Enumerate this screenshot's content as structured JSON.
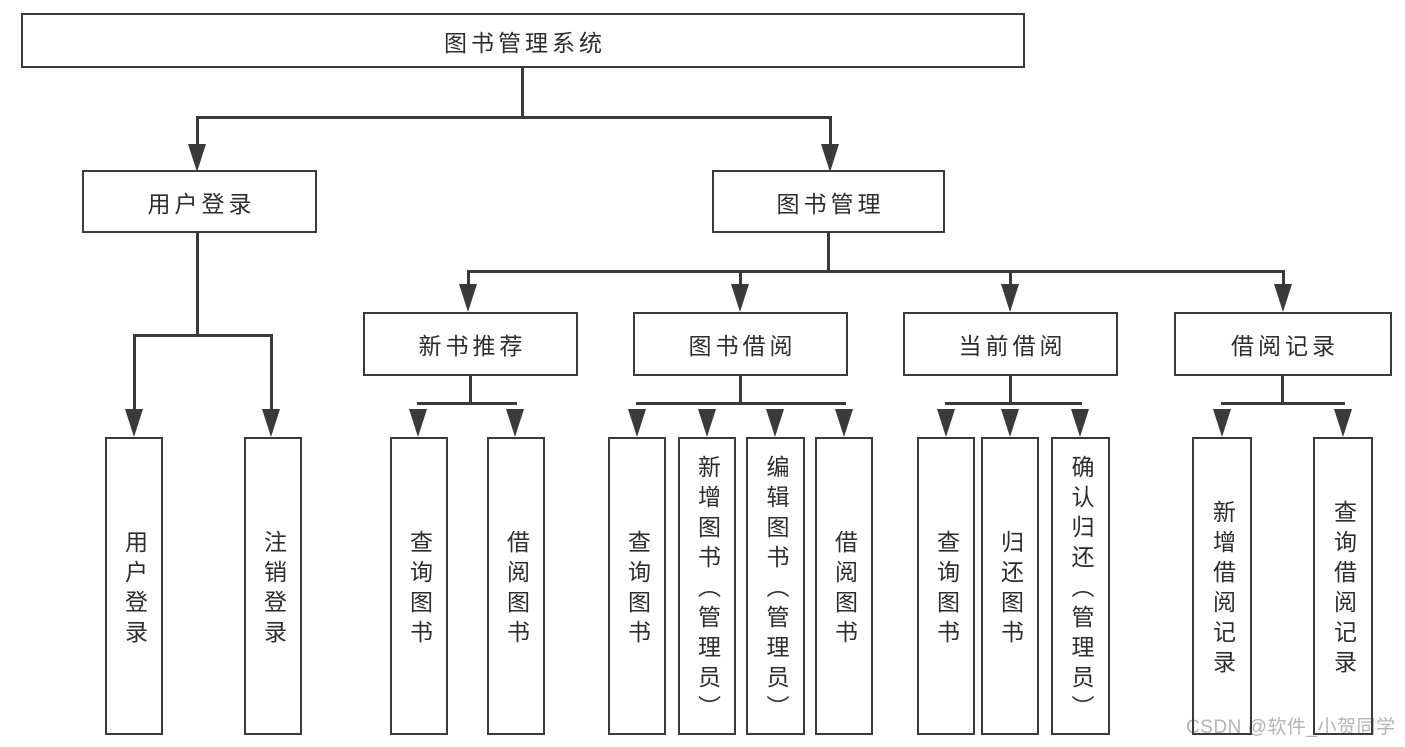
{
  "colors": {
    "line": "#3a3a3a",
    "text": "#2d2d2d",
    "watermark": "#b4b4b4"
  },
  "nodes": {
    "root": {
      "label": "图书管理系统",
      "children": [
        {
          "label": "用户登录",
          "children": [
            {
              "label": "用户登录"
            },
            {
              "label": "注销登录"
            }
          ]
        },
        {
          "label": "图书管理",
          "children": [
            {
              "label": "新书推荐",
              "children": [
                {
                  "label": "查询图书"
                },
                {
                  "label": "借阅图书"
                }
              ]
            },
            {
              "label": "图书借阅",
              "children": [
                {
                  "label": "查询图书"
                },
                {
                  "label": "新增图书（管理员）"
                },
                {
                  "label": "编辑图书（管理员）"
                },
                {
                  "label": "借阅图书"
                }
              ]
            },
            {
              "label": "当前借阅",
              "children": [
                {
                  "label": "查询图书"
                },
                {
                  "label": "归还图书"
                },
                {
                  "label": "确认归还（管理员）"
                }
              ]
            },
            {
              "label": "借阅记录",
              "children": [
                {
                  "label": "新增借阅记录"
                },
                {
                  "label": "查询借阅记录"
                }
              ]
            }
          ]
        }
      ]
    }
  },
  "watermark": {
    "text": "CSDN @软件_小贺同学"
  }
}
